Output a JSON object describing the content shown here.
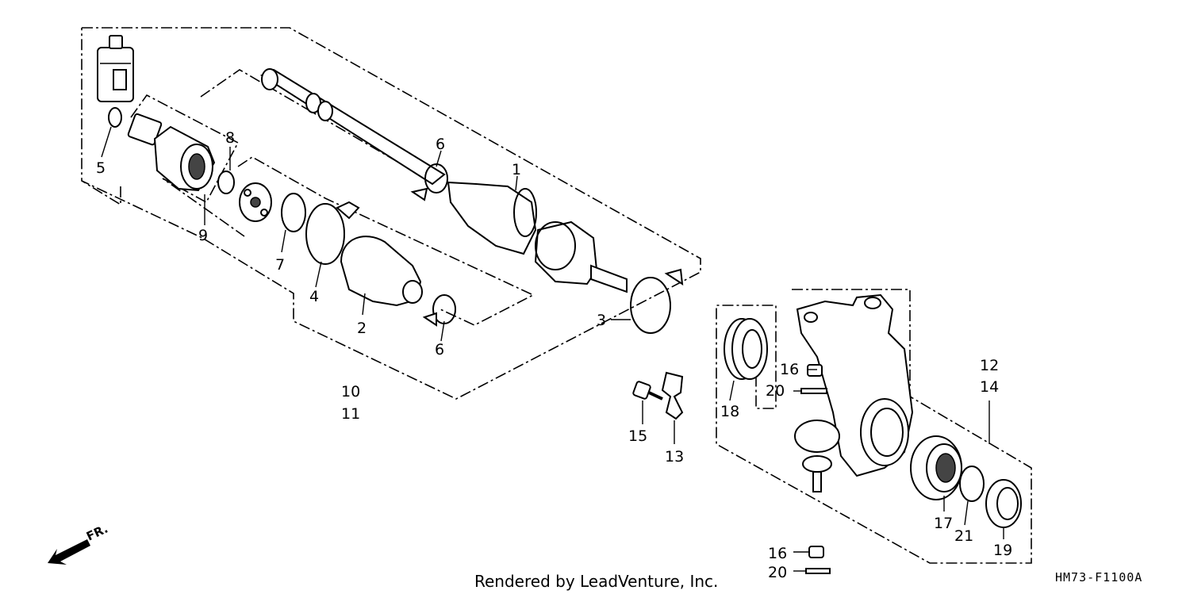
{
  "parts": [
    {
      "id": "p1",
      "label": "1"
    },
    {
      "id": "p2",
      "label": "2"
    },
    {
      "id": "p3",
      "label": "3"
    },
    {
      "id": "p4",
      "label": "4"
    },
    {
      "id": "p5",
      "label": "5"
    },
    {
      "id": "p6a",
      "label": "6"
    },
    {
      "id": "p6b",
      "label": "6"
    },
    {
      "id": "p7",
      "label": "7"
    },
    {
      "id": "p8",
      "label": "8"
    },
    {
      "id": "p9",
      "label": "9"
    },
    {
      "id": "p10",
      "label": "10"
    },
    {
      "id": "p11",
      "label": "11"
    },
    {
      "id": "p12",
      "label": "12"
    },
    {
      "id": "p13",
      "label": "13"
    },
    {
      "id": "p14",
      "label": "14"
    },
    {
      "id": "p15",
      "label": "15"
    },
    {
      "id": "p16a",
      "label": "16"
    },
    {
      "id": "p16b",
      "label": "16"
    },
    {
      "id": "p17",
      "label": "17"
    },
    {
      "id": "p18",
      "label": "18"
    },
    {
      "id": "p19",
      "label": "19"
    },
    {
      "id": "p20a",
      "label": "20"
    },
    {
      "id": "p20b",
      "label": "20"
    },
    {
      "id": "p21",
      "label": "21"
    }
  ],
  "direction_label": "FR.",
  "credit": "Rendered by LeadVenture, Inc.",
  "diagram_code": "HM73-F1100A",
  "colors": {
    "line": "#000000",
    "background": "#ffffff"
  }
}
